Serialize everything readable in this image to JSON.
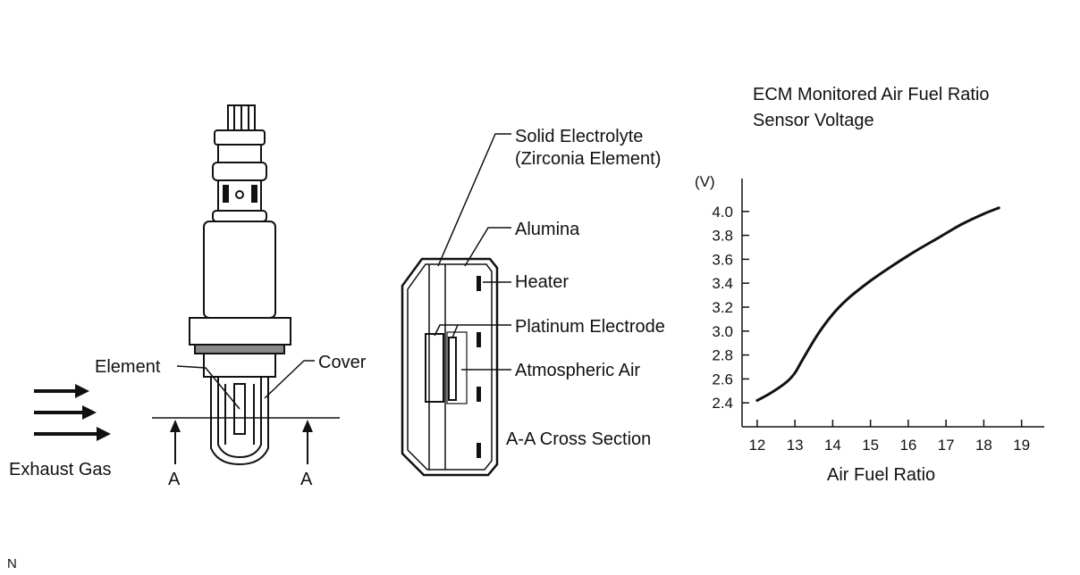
{
  "sensor": {
    "element_label": "Element",
    "cover_label": "Cover",
    "exhaust_label": "Exhaust Gas",
    "section_marker_left": "A",
    "section_marker_right": "A"
  },
  "cross_section": {
    "solid_electrolyte_line1": "Solid Electrolyte",
    "solid_electrolyte_line2": "(Zirconia Element)",
    "alumina_label": "Alumina",
    "heater_label": "Heater",
    "platinum_label": "Platinum Electrode",
    "atmospheric_label": "Atmospheric Air",
    "caption": "A-A Cross Section"
  },
  "corner_code": "N",
  "chart_data": {
    "type": "line",
    "title": "ECM Monitored Air Fuel Ratio",
    "subtitle": "Sensor Voltage",
    "xlabel": "Air Fuel Ratio",
    "ylabel": "(V)",
    "xlim": [
      11.6,
      19.6
    ],
    "ylim": [
      2.2,
      4.2
    ],
    "x_ticks": [
      "12",
      "13",
      "14",
      "15",
      "16",
      "17",
      "18",
      "19"
    ],
    "y_ticks": [
      "2.4",
      "2.6",
      "2.8",
      "3.0",
      "3.2",
      "3.4",
      "3.6",
      "3.8",
      "4.0"
    ],
    "grid": false,
    "series": [
      {
        "x": [
          12.0,
          12.4,
          12.8,
          13.0,
          13.2,
          13.6,
          14.0,
          14.4,
          15.0,
          15.6,
          16.2,
          16.8,
          17.4,
          18.0,
          18.4
        ],
        "y": [
          2.42,
          2.49,
          2.58,
          2.65,
          2.76,
          2.97,
          3.14,
          3.27,
          3.42,
          3.55,
          3.67,
          3.78,
          3.89,
          3.98,
          4.03
        ]
      }
    ]
  }
}
